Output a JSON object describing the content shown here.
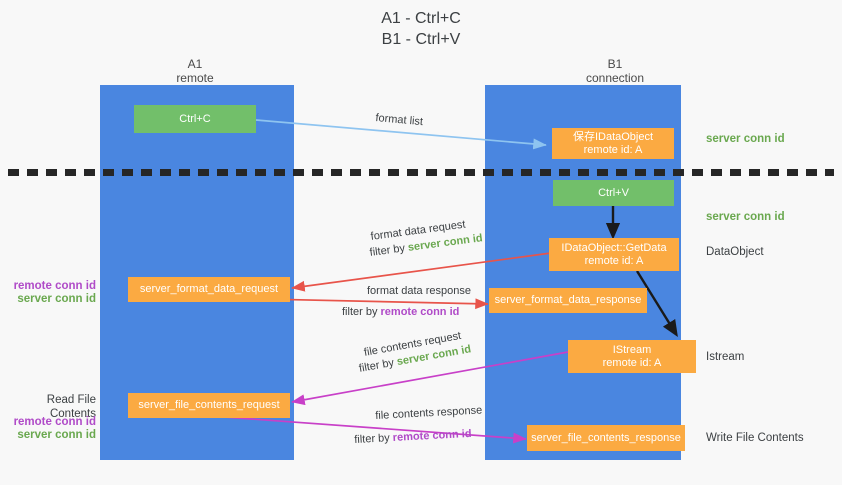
{
  "diagram": {
    "title": "A1 - Ctrl+C\nB1 - Ctrl+V",
    "columns": [
      {
        "name": "A1",
        "sub": "remote"
      },
      {
        "name": "B1",
        "sub": "connection"
      }
    ],
    "boxes": {
      "ctrl_c": {
        "line1": "Ctrl+C",
        "line2": ""
      },
      "save_idataobject": {
        "line1": "保存IDataObject",
        "line2": "remote id: A"
      },
      "ctrl_v": {
        "line1": "Ctrl+V",
        "line2": ""
      },
      "getdata": {
        "line1": "IDataObject::GetData",
        "line2": "remote id: A"
      },
      "istream": {
        "line1": "IStream",
        "line2": "remote id: A"
      },
      "fmt_req": {
        "line1": "server_format_data_request",
        "line2": ""
      },
      "fmt_resp": {
        "line1": "server_format_data_response",
        "line2": ""
      },
      "file_req": {
        "line1": "server_file_contents_request",
        "line2": ""
      },
      "file_resp": {
        "line1": "server_file_contents_response",
        "line2": ""
      }
    },
    "right_labels": {
      "server_conn_id_1": "server conn id",
      "server_conn_id_2": "server conn id",
      "dataobject": "DataObject",
      "istream": "Istream",
      "write_file_contents": "Write File Contents"
    },
    "left_labels": {
      "remote_conn_id_1": "remote conn id",
      "server_conn_id_1": "server conn id",
      "read_file_contents": "Read File Contents",
      "remote_conn_id_2": "remote conn id",
      "server_conn_id_2": "server conn id"
    },
    "edge_labels": {
      "format_list": "format list",
      "format_data_request": "format data request",
      "format_data_request_filter_pre": "filter by ",
      "format_data_request_filter_key": "server conn id",
      "format_data_response": "format data response",
      "format_data_response_filter_pre": "filter by ",
      "format_data_response_filter_key": "remote conn id",
      "file_contents_request": "file contents request",
      "file_contents_request_filter_pre": "filter by ",
      "file_contents_request_filter_key": "server conn id",
      "file_contents_response": "file contents response",
      "file_contents_response_filter_pre": "filter by ",
      "file_contents_response_filter_key": "remote conn id"
    },
    "colors": {
      "lane": "#4a86e0",
      "green_box": "#72bf6a",
      "orange_box": "#fbaa42",
      "server_conn_id": "#6aa84f",
      "remote_conn_id": "#b04bc8",
      "arrow_light_blue": "#8ec4f0",
      "arrow_red": "#e8544a",
      "arrow_magenta": "#c840c8",
      "arrow_black": "#1a1a1a",
      "background": "#f8f8f8"
    }
  }
}
